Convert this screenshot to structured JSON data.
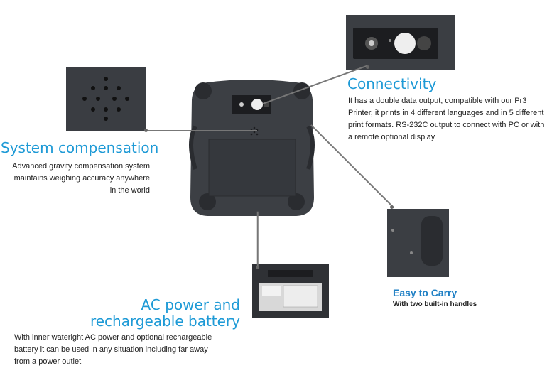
{
  "sections": {
    "system_compensation": {
      "title": "System compensation",
      "lines": [
        "Advanced gravity compensation system",
        "maintains weighing accuracy anywhere",
        "in the world"
      ]
    },
    "connectivity": {
      "title": "Connectivity",
      "lines": [
        "It has a double data output, compatible with our Pr3",
        "Printer, it prints in 4 different languages and in 5 different",
        "print formats. RS-232C output to connect with PC or with",
        "a remote optional display"
      ]
    },
    "ac_power": {
      "title_lines": [
        "AC power and",
        "rechargeable battery"
      ],
      "lines": [
        "With inner wateright AC power and optional rechargeable",
        "battery it can be used in any situation including far away",
        "from a power outlet"
      ]
    },
    "easy_carry": {
      "title": "Easy to Carry",
      "subtitle": "With two built-in handles"
    }
  },
  "colors": {
    "heading": "#1e9ad6",
    "device": "#3c3f44",
    "device_dark": "#2a2c30"
  }
}
